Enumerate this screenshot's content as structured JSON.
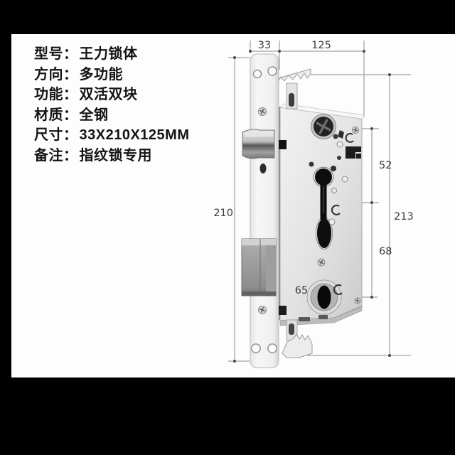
{
  "specs": {
    "rows": [
      {
        "label": "型号：",
        "value": "王力锁体"
      },
      {
        "label": "方向：",
        "value": "多功能"
      },
      {
        "label": "功能：",
        "value": "双活双块"
      },
      {
        "label": "材质：",
        "value": "全钢"
      },
      {
        "label": "尺寸：",
        "value": "33X210X125MM"
      },
      {
        "label": "备注：",
        "value": "指纹锁专用"
      }
    ]
  },
  "drawing": {
    "subject": "mortise-lock-body-technical-drawing",
    "dimensions": {
      "faceplate_width": "33",
      "body_depth": "125",
      "faceplate_height": "210",
      "upper_section": "52",
      "lower_section": "68",
      "overall_height": "213",
      "backset": "65"
    }
  },
  "colors": {
    "background": "#000000",
    "panel": "#fdfdfd",
    "spec_text": "#141414",
    "dimension_line": "#8c8c8c",
    "dimension_text": "#3d3d3d"
  }
}
